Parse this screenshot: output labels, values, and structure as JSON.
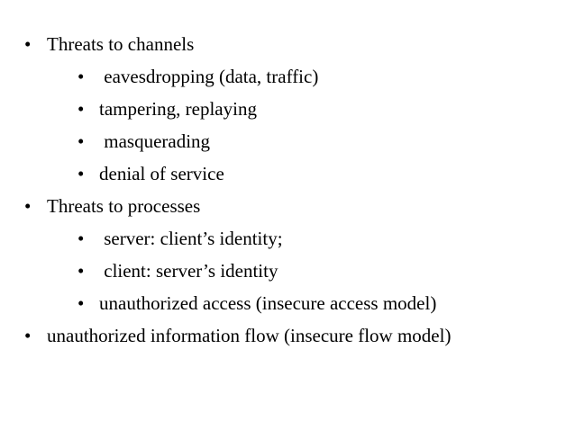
{
  "slide": {
    "bullet_glyph": "•",
    "items": [
      {
        "level": 1,
        "text": "Threats to channels"
      },
      {
        "level": 2,
        "text": " eavesdropping (data, traffic)"
      },
      {
        "level": 2,
        "text": "tampering, replaying"
      },
      {
        "level": 2,
        "text": " masquerading"
      },
      {
        "level": 2,
        "text": "denial of service"
      },
      {
        "level": 1,
        "text": "Threats to processes"
      },
      {
        "level": 2,
        "text": " server: client’s identity;"
      },
      {
        "level": 2,
        "text": " client: server’s identity"
      },
      {
        "level": 2,
        "text": "unauthorized access (insecure access model)"
      },
      {
        "level": 1,
        "text": "unauthorized information flow (insecure flow model)"
      }
    ]
  }
}
